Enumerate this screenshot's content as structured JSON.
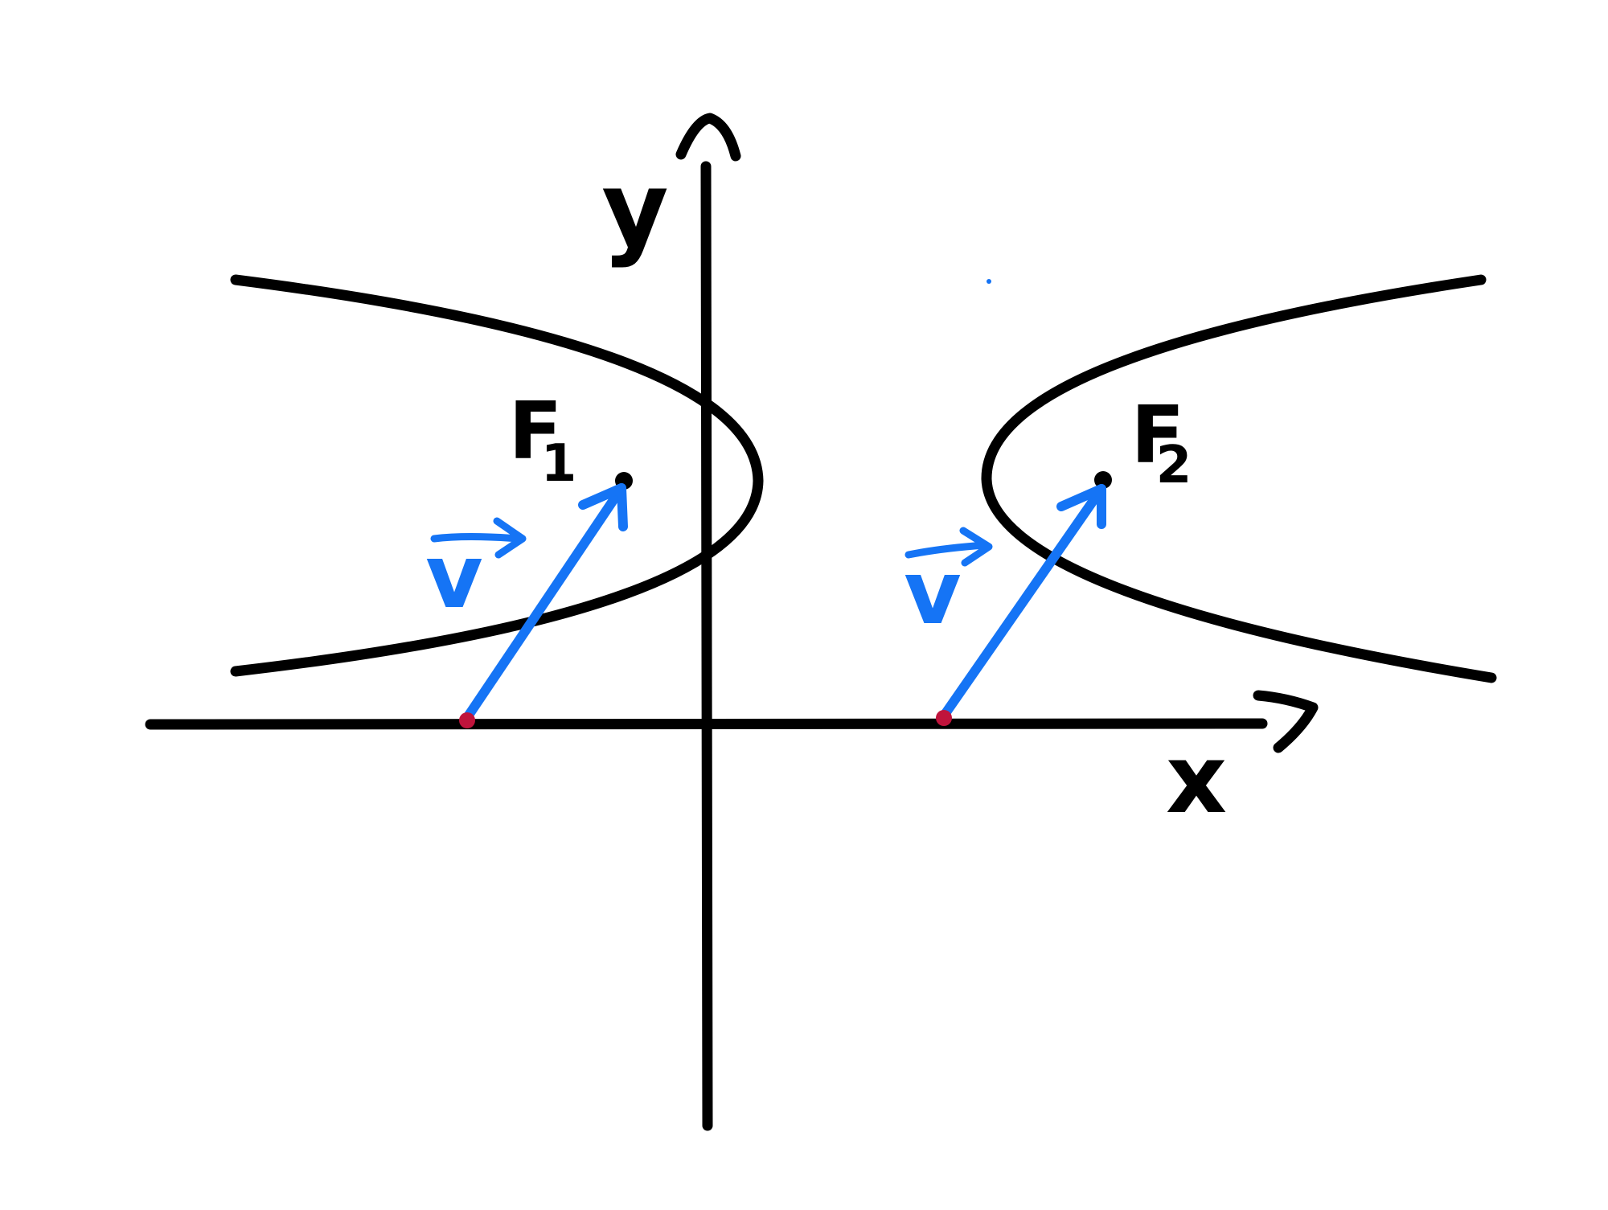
{
  "axes": {
    "x_label": "x",
    "y_label": "y"
  },
  "foci": {
    "f1": {
      "letter": "F",
      "subscript": "1"
    },
    "f2": {
      "letter": "F",
      "subscript": "2"
    }
  },
  "vectors": {
    "left": {
      "label": "v"
    },
    "right": {
      "label": "v"
    }
  },
  "colors": {
    "ink": "#000000",
    "vector": "#1574f5",
    "base_point": "#c0143c",
    "background": "#ffffff"
  }
}
